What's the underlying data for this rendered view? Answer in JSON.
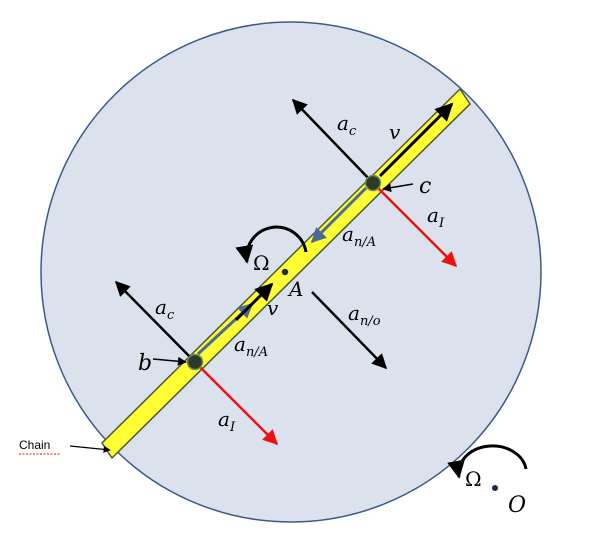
{
  "labels": {
    "chain": "Chain",
    "omega": "Ω",
    "point_A": "A",
    "point_O": "O",
    "point_b": "b",
    "point_c": "c",
    "velocity": "v",
    "a_main": "a",
    "sub_c": "c",
    "sub_I": "I",
    "sub_nA": "n/A",
    "sub_no": "n/o"
  },
  "colors": {
    "disk_fill": "#dbe2ee",
    "disk_stroke": "#3c5a86",
    "chain_fill": "#ffff33",
    "chain_stroke": "#4a5a30",
    "arrow_black": "#000000",
    "arrow_red": "#ee1111",
    "arrow_blue": "#4a6a9a",
    "bead": "#2b3a2b"
  }
}
